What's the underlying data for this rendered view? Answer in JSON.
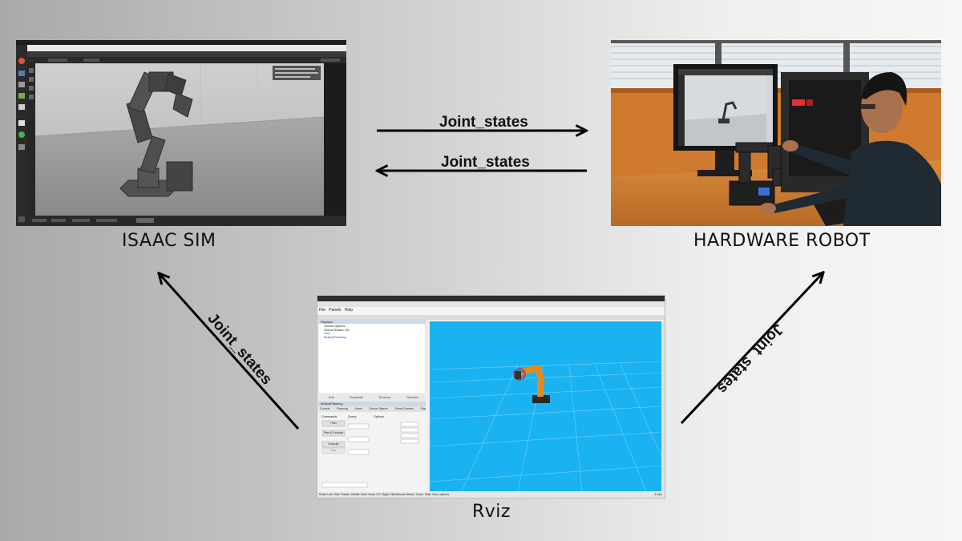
{
  "nodes": {
    "isaac_sim": {
      "label": "ISAAC SIM"
    },
    "hardware_robot": {
      "label": "HARDWARE ROBOT"
    },
    "rviz": {
      "label": "Rviz"
    }
  },
  "edges": [
    {
      "id": "sim-to-hw",
      "from": "isaac_sim",
      "to": "hardware_robot",
      "label": "Joint_states"
    },
    {
      "id": "hw-to-sim",
      "from": "hardware_robot",
      "to": "isaac_sim",
      "label": "Joint_states"
    },
    {
      "id": "rviz-to-sim",
      "from": "rviz",
      "to": "isaac_sim",
      "label": "Joint_states"
    },
    {
      "id": "rviz-to-hw",
      "from": "rviz",
      "to": "hardware_robot",
      "label": "Joint_states"
    }
  ],
  "rviz_window": {
    "menu": [
      "File",
      "Panels",
      "Help"
    ],
    "displays_title": "Displays",
    "displays_items": [
      "Global Options",
      "Global Status: OK",
      "Grid",
      "MotionPlanning"
    ],
    "panel_buttons": [
      "Add",
      "Duplicate",
      "Remove",
      "Rename"
    ],
    "motion_title": "MotionPlanning",
    "motion_tabs": [
      "Context",
      "Planning",
      "Joints",
      "Scene Objects",
      "Stored Scenes",
      "Stat"
    ],
    "commands_label": "Commands",
    "command_buttons": [
      "Plan",
      "Plan & Execute",
      "Execute",
      "Stop"
    ],
    "query_label": "Query",
    "options_label": "Options",
    "status_bar": "Reset  Left-Click: Rotate.  Middle-Click: Move X/Y.  Right-Click/Mouse Wheel: Zoom.  Shift: More options.",
    "fps": "31 fps"
  },
  "colors": {
    "arrow": "#000000",
    "rviz_viewport": "#1ab2f0",
    "ubuntu_sidebar": "#2b2b2b",
    "sim_floor": "#9a9a9a"
  }
}
